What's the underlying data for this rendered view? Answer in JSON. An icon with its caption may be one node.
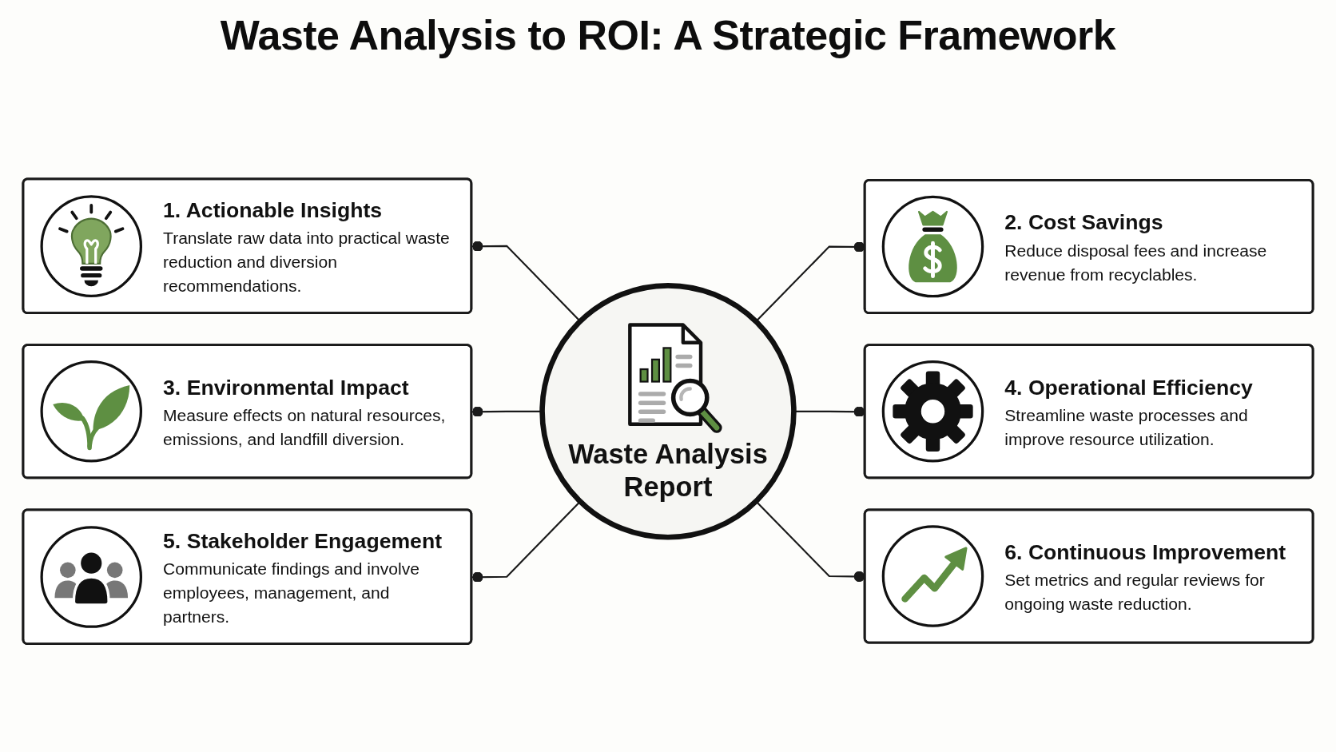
{
  "diagram": {
    "title": "Waste Analysis to ROI: A Strategic Framework",
    "nodes": [
      {
        "text": [
          "Waste Analysis Report"
        ]
      },
      {
        "text": [
          "1. Actionable Insights",
          "Translate raw data into practical waste reduction and diversion recommendations."
        ]
      },
      {
        "text": [
          "2. Cost Savings",
          "Reduce disposal fees and increase revenue from recyclables."
        ]
      },
      {
        "text": [
          "3. Environmental Impact",
          "Measure effects on natural resources, emissions, and landfill diversion."
        ]
      },
      {
        "text": [
          "4. Operational Efficiency",
          "Streamline waste processes and improve resource utilization."
        ]
      },
      {
        "text": [
          "5. Stakeholder Engagement",
          "Communicate findings and involve employees, management, and partners."
        ]
      },
      {
        "text": [
          "6. Continuous Improvement",
          "Set metrics and regular reviews for ongoing waste reduction."
        ]
      }
    ],
    "edges": [
      {
        "from": 0,
        "to": 1,
        "arrow": "other"
      },
      {
        "from": 0,
        "to": 2,
        "arrow": "other"
      },
      {
        "from": 0,
        "to": 3,
        "arrow": "other"
      },
      {
        "from": 0,
        "to": 4,
        "arrow": "other"
      },
      {
        "from": 0,
        "to": 5,
        "arrow": "other"
      },
      {
        "from": 0,
        "to": 6,
        "arrow": "other"
      }
    ]
  }
}
